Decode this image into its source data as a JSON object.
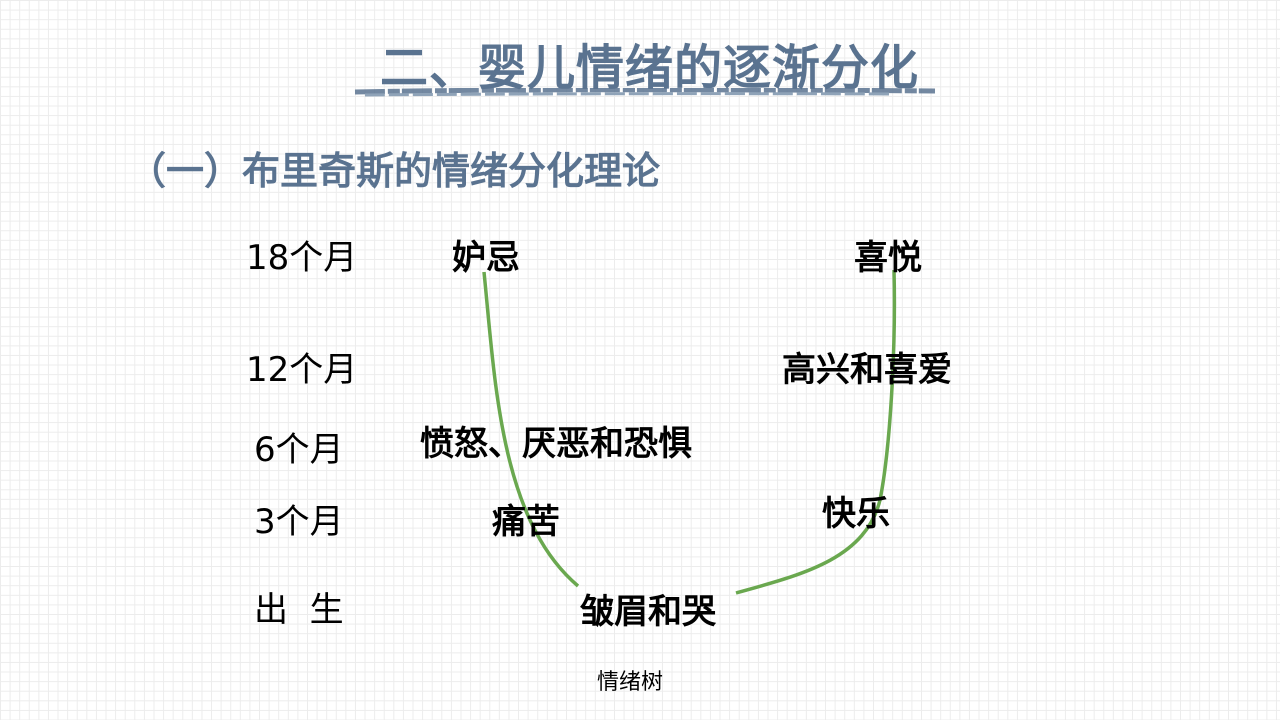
{
  "title": "二、婴儿情绪的逐渐分化",
  "subtitle": "（一）布里奇斯的情绪分化理论",
  "ages": [
    "18个月",
    "12个月",
    "6个月",
    "3个月",
    "出  生"
  ],
  "emotions": {
    "jealousy": "妒忌",
    "joy": "喜悦",
    "happy_love": "高兴和喜爱",
    "anger_fear": "愤怒、厌恶和恐惧",
    "pleasure": "快乐",
    "distress": "痛苦",
    "frown_cry": "皱眉和哭"
  },
  "caption": "情绪树",
  "colors": {
    "title": "#5a7390",
    "branch": "#6aa84f"
  }
}
